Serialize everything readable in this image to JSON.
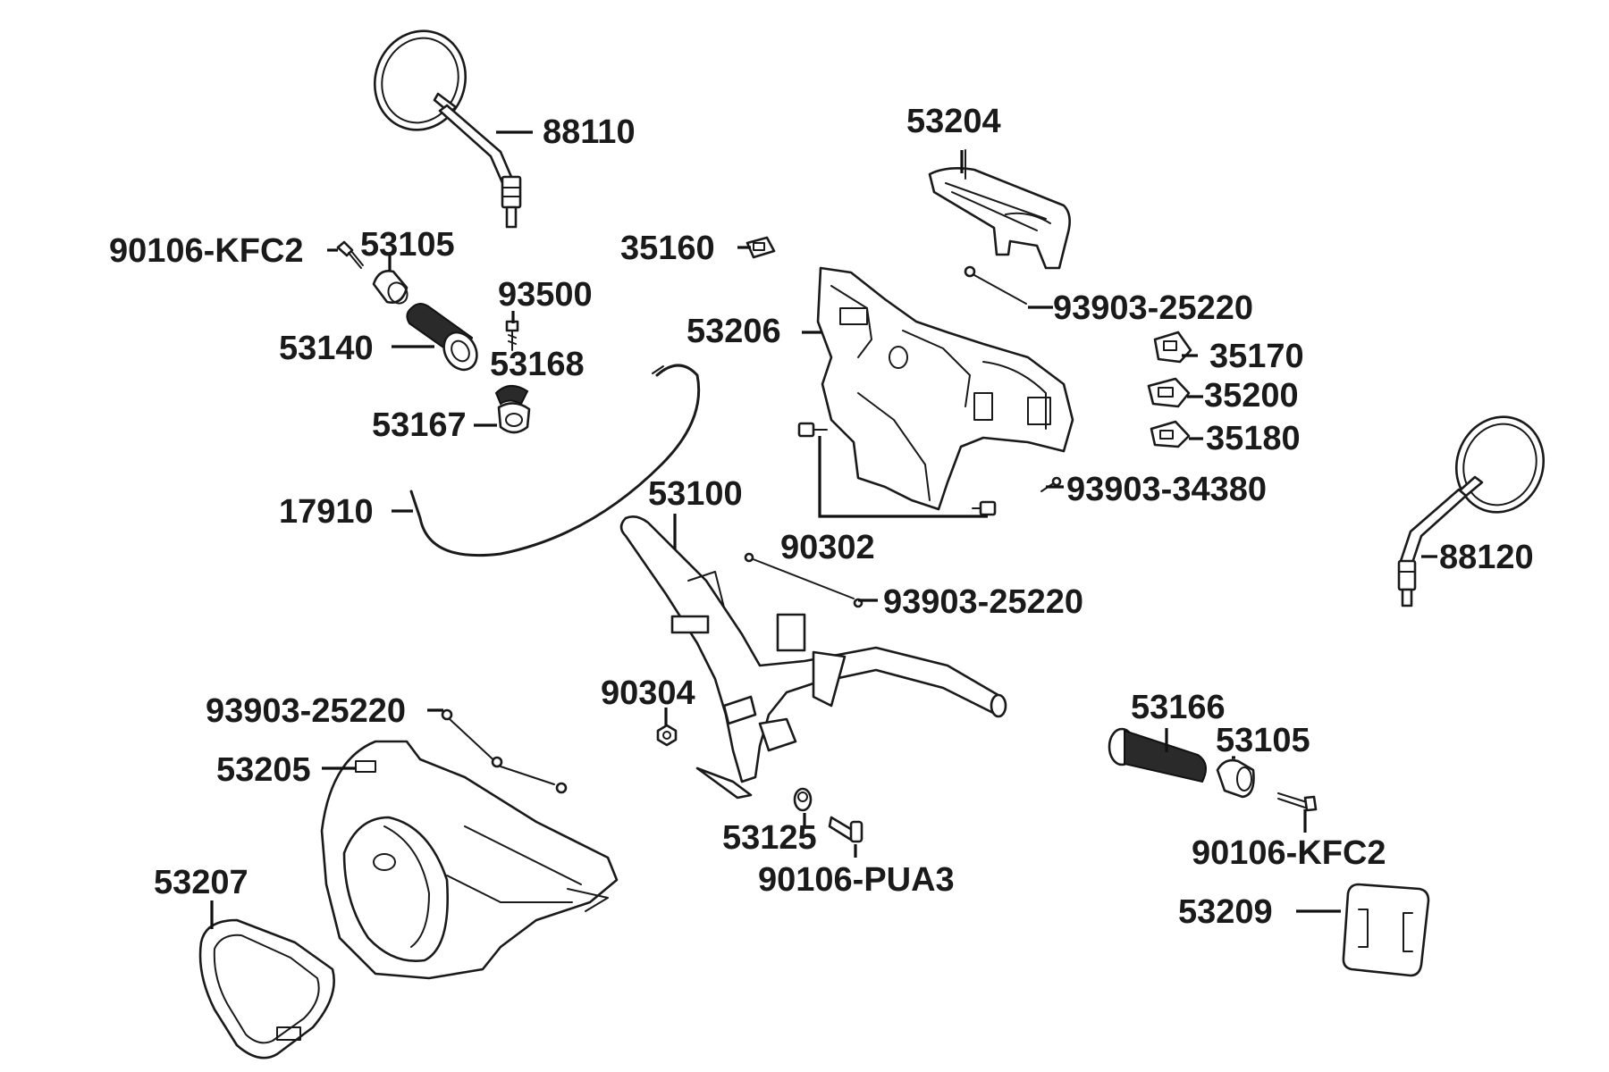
{
  "labels": {
    "mirror_left": "88110",
    "bolt_left": "90106-KFC2",
    "weight_left": "53105",
    "switch_a": "35160",
    "front_upper_cover": "53204",
    "screw_93500": "93500",
    "grip_left": "53140",
    "throttle_53168": "53168",
    "throttle_53167": "53167",
    "rear_cover": "53206",
    "screw_upper": "93903-25220",
    "switch_35170": "35170",
    "switch_35200": "35200",
    "switch_35180": "35180",
    "screw_34380": "93903-34380",
    "cable": "17910",
    "handlebar": "53100",
    "bolt_90302": "90302",
    "mirror_right": "88120",
    "screw_mid": "93903-25220",
    "nut_90304": "90304",
    "screw_lower": "93903-25220",
    "front_cover": "53205",
    "grip_right": "53166",
    "weight_right": "53105",
    "collar": "53125",
    "bolt_pua3": "90106-PUA3",
    "bolt_right": "90106-KFC2",
    "headlight_lens": "53207",
    "plate": "53209"
  }
}
